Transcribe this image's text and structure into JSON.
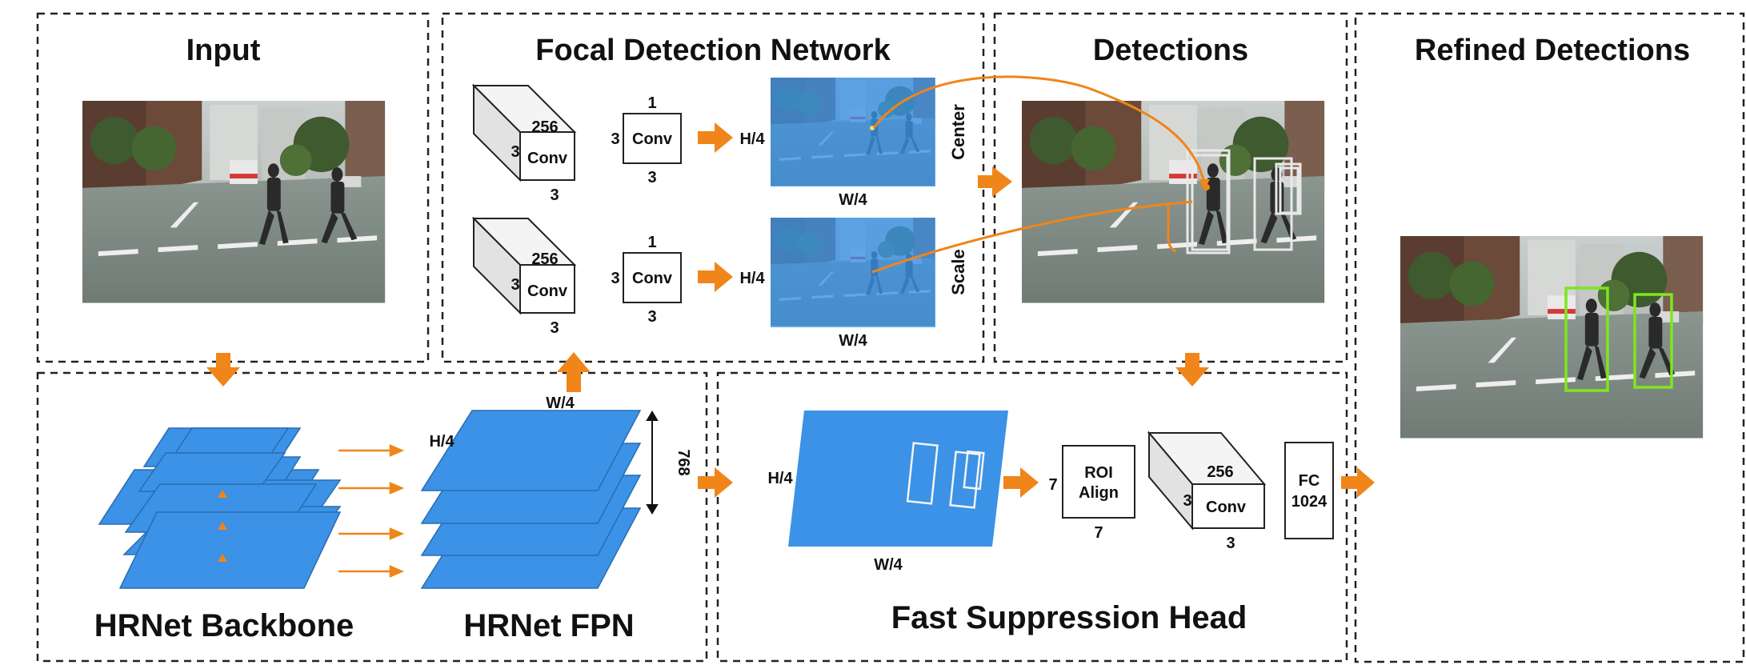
{
  "sections": {
    "input": "Input",
    "focal": "Focal Detection Network",
    "detections": "Detections",
    "refined": "Refined Detections",
    "backbone": "HRNet Backbone",
    "fpn": "HRNet FPN",
    "fsh": "Fast Suppression Head"
  },
  "focal_rows": [
    {
      "block_top": "256",
      "block_side": "3",
      "block_label": "Conv",
      "block_bottom": "3",
      "conv_top": "1",
      "conv_side": "3",
      "conv_label": "Conv",
      "conv_bottom": "3",
      "out_h": "H/4",
      "out_w": "W/4",
      "map_label": "Center"
    },
    {
      "block_top": "256",
      "block_side": "3",
      "block_label": "Conv",
      "block_bottom": "3",
      "conv_top": "1",
      "conv_side": "3",
      "conv_label": "Conv",
      "conv_bottom": "3",
      "out_h": "H/4",
      "out_w": "W/4",
      "map_label": "Scale"
    }
  ],
  "fpn": {
    "width_label": "W/4",
    "height_label": "H/4",
    "channels": "768"
  },
  "fsh": {
    "map_h": "H/4",
    "map_w": "W/4",
    "roi_line1": "ROI",
    "roi_line2": "Align",
    "roi_side": "7",
    "roi_bottom": "7",
    "conv_top": "256",
    "conv_side": "3",
    "conv_label": "Conv",
    "conv_bottom": "3",
    "fc_line1": "FC",
    "fc_line2": "1024"
  },
  "colors": {
    "arrow": "#F08519",
    "feature": "#3B92E6",
    "refined_box": "#7EE61E",
    "detection_box": "#E8E8E8"
  }
}
